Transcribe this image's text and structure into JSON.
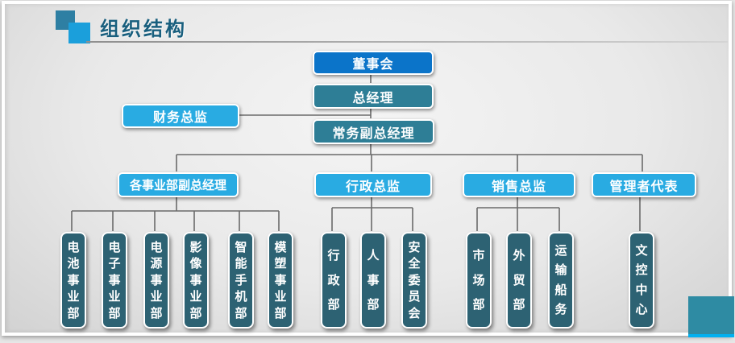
{
  "slide": {
    "title": "组织结构"
  },
  "org": {
    "root": "董事会",
    "gm": "总经理",
    "finance": "财务总监",
    "deputy_gm": "常务副总经理",
    "branches": [
      {
        "label": "各事业部副总经理",
        "children": [
          "电池事业部",
          "电子事业部",
          "电源事业部",
          "影像事业部",
          "智能手机部",
          "模塑事业部"
        ]
      },
      {
        "label": "行政总监",
        "children": [
          "行政部",
          "人事部",
          "安全委员会"
        ]
      },
      {
        "label": "销售总监",
        "children": [
          "市场部",
          "外贸部",
          "运输船务"
        ]
      },
      {
        "label": "管理者代表",
        "children": [
          "文控中心"
        ]
      }
    ]
  },
  "colors": {
    "root_box": "#0b74c9",
    "teal_box": "#2e7e96",
    "sky_box": "#29abe2",
    "dark_teal_box": "#2d6273",
    "title_text": "#195f7e",
    "accent_square_dark": "#2e7fa3",
    "accent_square_light": "#1b9fdb",
    "corner_square": "#2e8ba3",
    "corner_strip": "#00b0f0",
    "connector": "#6b6b6b"
  }
}
